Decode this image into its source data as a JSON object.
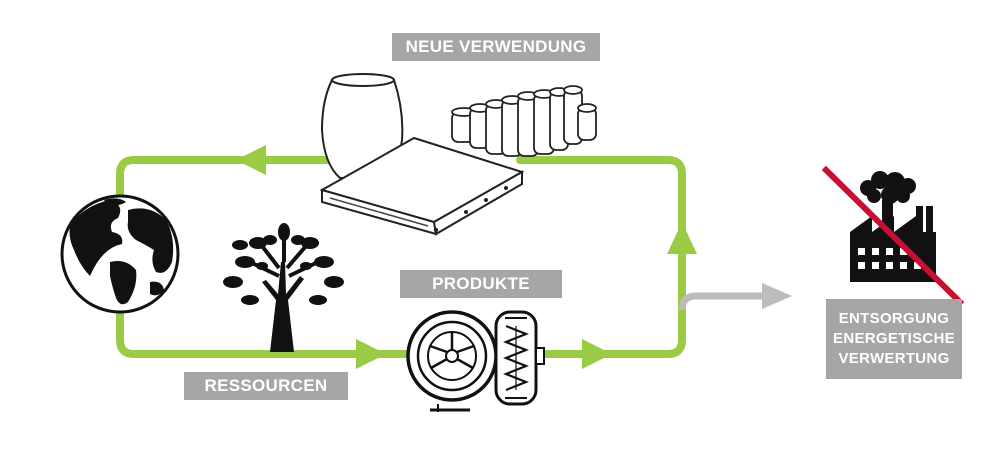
{
  "labels": {
    "neue_verwendung": "NEUE VERWENDUNG",
    "produkte": "PRODUKTE",
    "ressourcen": "RESSOURCEN",
    "entsorgung_lines": [
      "ENTSORGUNG",
      "ENERGETISCHE",
      "VERWERTUNG"
    ]
  },
  "icons": [
    "globe-icon",
    "tree-icon",
    "tire-icon",
    "tire-tread-icon",
    "vase-icon",
    "tile-plate-icon",
    "pipes-icon",
    "factory-icon",
    "prohibition-slash-icon"
  ],
  "colors": {
    "cycle_green": "#9acb45",
    "exit_grey": "#bcbcbc",
    "label_grey": "#a6a6a6",
    "cross_red": "#c8102e"
  }
}
